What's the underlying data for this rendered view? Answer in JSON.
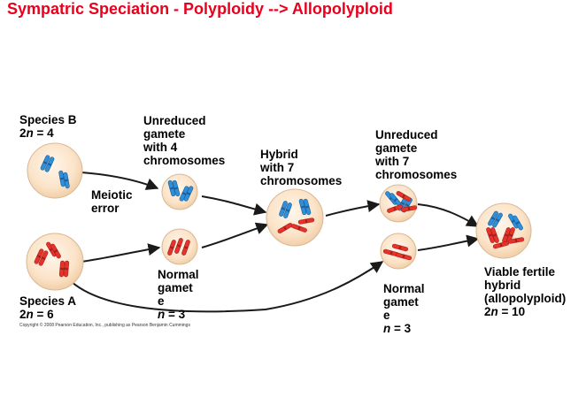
{
  "title": "Sympatric Speciation - Polyploidy --> Allopolyploid",
  "colors": {
    "title": "#e8001c",
    "cell_fill": "#fbe3c8",
    "cell_stroke": "#d8b896",
    "blue_chromosome": "#2f8fd8",
    "red_chromosome": "#e6322b",
    "arrow": "#1a1a1a"
  },
  "labels": {
    "species_b": {
      "name": "Species B",
      "n_prefix": "2",
      "n_var": "n",
      "n_suffix": " = 4"
    },
    "species_a": {
      "name": "Species A",
      "n_prefix": "2",
      "n_var": "n",
      "n_suffix": " = 6"
    },
    "meiotic_error": [
      "Meiotic",
      "error"
    ],
    "unreduced_gamete_1": [
      "Unreduced",
      "gamete",
      "with 4",
      "chromosomes"
    ],
    "normal_gamete_1": {
      "lines": [
        "Normal",
        "gamet",
        "e"
      ],
      "n_var": "n",
      "n_suffix": " = 3"
    },
    "hybrid": [
      "Hybrid",
      "with 7",
      "chromosomes"
    ],
    "unreduced_gamete_2": [
      "Unreduced",
      "gamete",
      "with 7",
      "chromosomes"
    ],
    "normal_gamete_2": {
      "lines": [
        "Normal",
        "gamet",
        "e"
      ],
      "n_var": "n",
      "n_suffix": " = 3"
    },
    "viable_hybrid": {
      "lines": [
        "Viable fertile",
        "hybrid",
        "(allopolyploid)"
      ],
      "n_prefix": "2",
      "n_var": "n",
      "n_suffix": " = 10"
    }
  },
  "copyright": "Copyright © 2008 Pearson Education, Inc., publishing as Pearson Benjamin Cummings"
}
